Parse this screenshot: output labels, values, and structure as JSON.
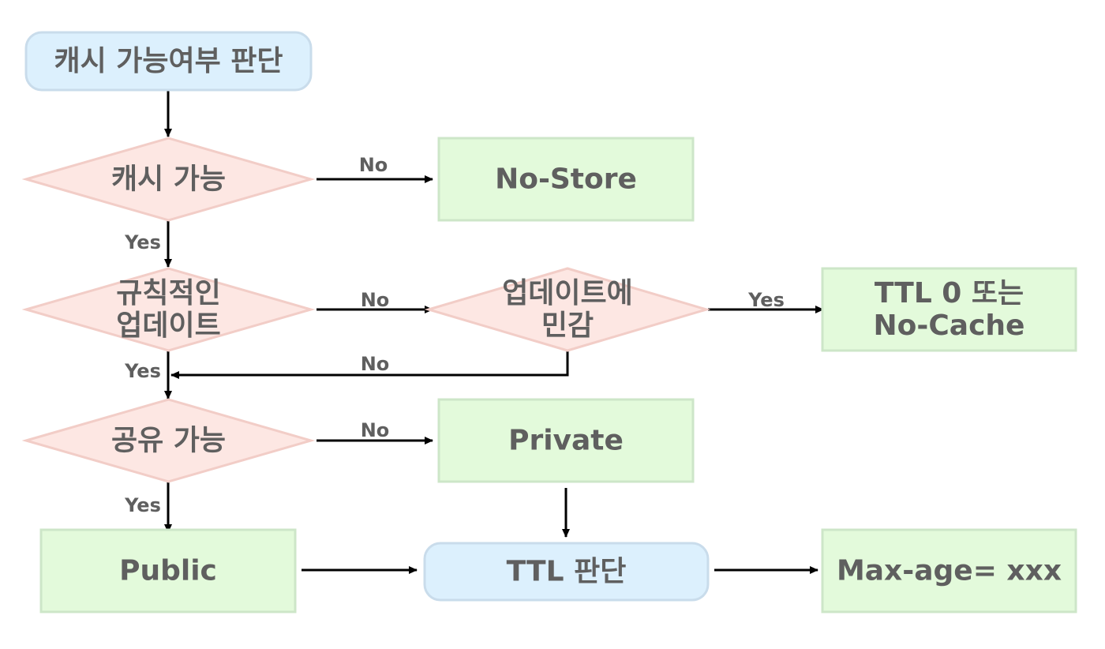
{
  "colors": {
    "terminal_fill": "#dcf0fd",
    "terminal_stroke": "#c9dceb",
    "decision_fill": "#fde7e3",
    "decision_stroke": "#f2cdc7",
    "process_fill": "#e3fadb",
    "process_stroke": "#cde6c8",
    "text": "#5f5f5f",
    "edge": "#000000"
  },
  "nodes": {
    "start": {
      "type": "terminal",
      "lines": [
        "캐시 가능여부 판단"
      ]
    },
    "cacheable": {
      "type": "decision",
      "lines": [
        "캐시 가능"
      ]
    },
    "no_store": {
      "type": "process",
      "lines": [
        "No-Store"
      ]
    },
    "regular_update": {
      "type": "decision",
      "lines": [
        "규칙적인",
        "업데이트"
      ]
    },
    "update_sensitive": {
      "type": "decision",
      "lines": [
        "업데이트에",
        "민감"
      ]
    },
    "ttl_zero": {
      "type": "process",
      "lines": [
        "TTL 0 또는",
        "No-Cache"
      ]
    },
    "shareable": {
      "type": "decision",
      "lines": [
        "공유 가능"
      ]
    },
    "private": {
      "type": "process",
      "lines": [
        "Private"
      ]
    },
    "public": {
      "type": "process",
      "lines": [
        "Public"
      ]
    },
    "ttl_decide": {
      "type": "terminal",
      "lines": [
        "TTL 판단"
      ]
    },
    "max_age": {
      "type": "process",
      "lines": [
        "Max-age= xxx"
      ]
    }
  },
  "edges": [
    {
      "from": "start",
      "to": "cacheable",
      "label": ""
    },
    {
      "from": "cacheable",
      "to": "no_store",
      "label": "No"
    },
    {
      "from": "cacheable",
      "to": "regular_update",
      "label": "Yes"
    },
    {
      "from": "regular_update",
      "to": "update_sensitive",
      "label": "No"
    },
    {
      "from": "update_sensitive",
      "to": "ttl_zero",
      "label": "Yes"
    },
    {
      "from": "update_sensitive",
      "to": "shareable",
      "label": "No"
    },
    {
      "from": "regular_update",
      "to": "shareable",
      "label": "Yes"
    },
    {
      "from": "shareable",
      "to": "private",
      "label": "No"
    },
    {
      "from": "shareable",
      "to": "public",
      "label": "Yes"
    },
    {
      "from": "private",
      "to": "ttl_decide",
      "label": ""
    },
    {
      "from": "public",
      "to": "ttl_decide",
      "label": ""
    },
    {
      "from": "ttl_decide",
      "to": "max_age",
      "label": ""
    }
  ]
}
